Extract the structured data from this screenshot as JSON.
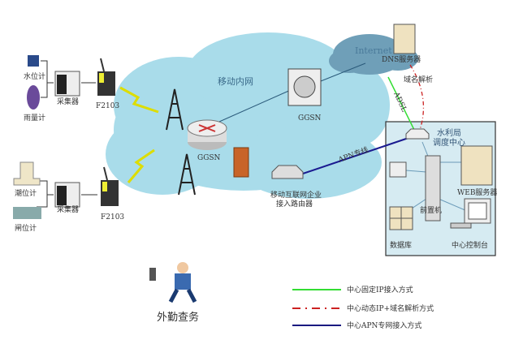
{
  "devices": {
    "water_level": "水位计",
    "rain_gauge": "雨量计",
    "tide_gauge": "潮位计",
    "gate_gauge": "闸位计",
    "collector_1": "采集器",
    "collector_2": "采集器",
    "modem_1": "F2103",
    "modem_2": "F2103"
  },
  "network": {
    "mobile_intranet": "移动内网",
    "ggsn_1": "GGSN",
    "ggsn_2": "GGSN",
    "internet": "Internet",
    "dns_server": "DNS服务器",
    "domain_resolution": "域名解析",
    "adsl": "ADSL",
    "apn_line": "APN专线",
    "router_line1": "移动互联网企业",
    "router_line2": "接入路由器"
  },
  "center": {
    "title_line1": "水利局",
    "title_line2": "调度中心",
    "web_server": "WEB服务器",
    "front_machine": "前置机",
    "database": "数据库",
    "console": "中心控制台"
  },
  "field_service": "外勤查务",
  "legend": [
    {
      "label": "中心固定IP接入方式",
      "color": "#33dd33",
      "style": "solid"
    },
    {
      "label": "中心动态IP+域名解析方式",
      "color": "#cc2222",
      "style": "dash-dot"
    },
    {
      "label": "中心APN专网接入方式",
      "color": "#1a1a80",
      "style": "solid"
    }
  ]
}
